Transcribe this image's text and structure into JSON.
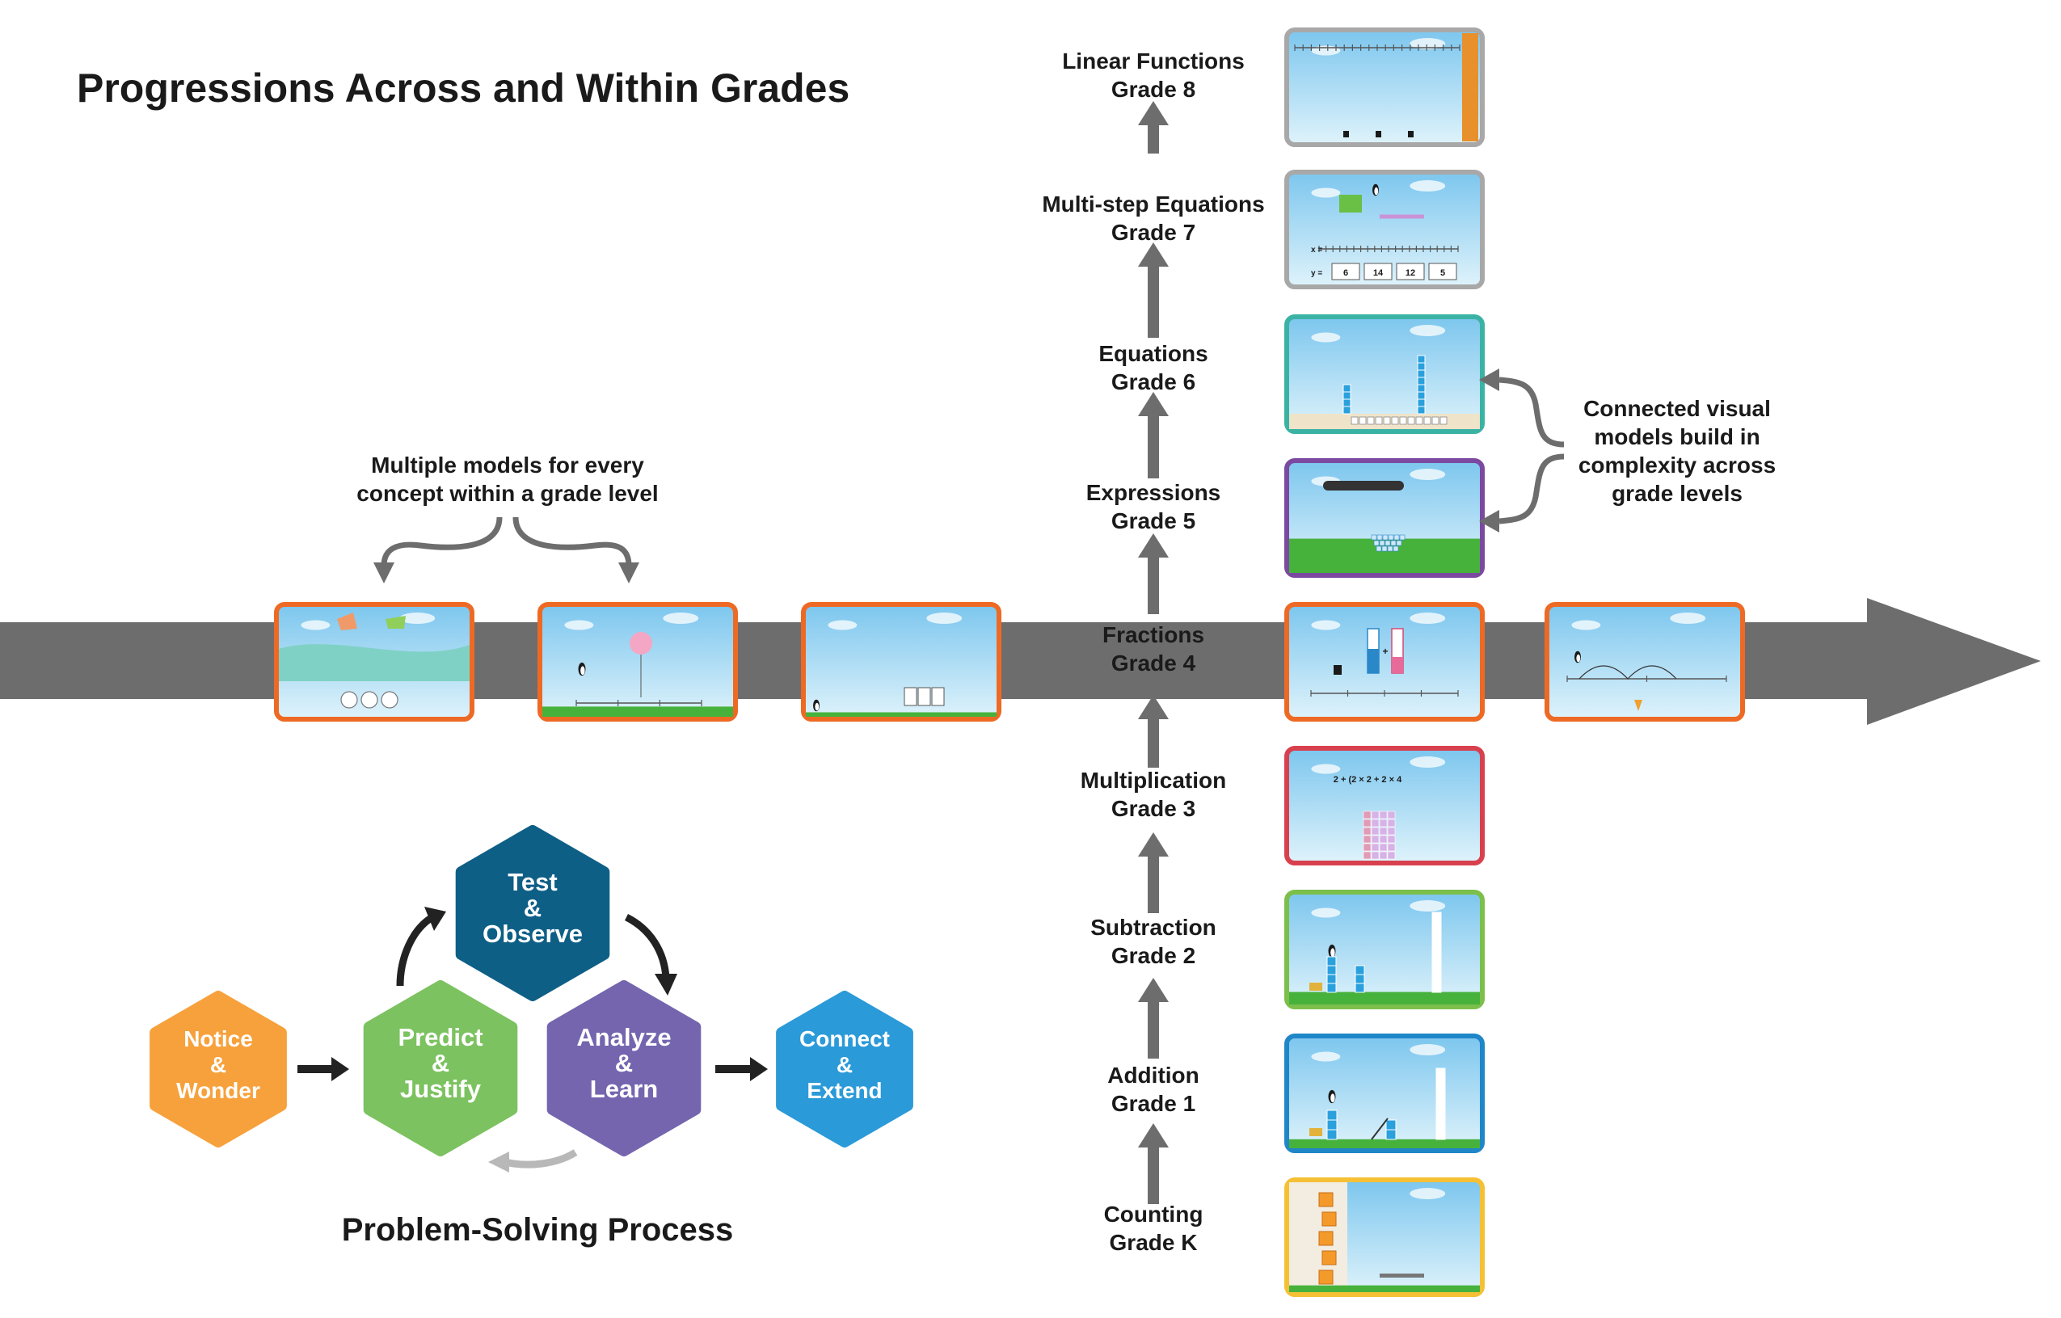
{
  "title": "Progressions Across and Within Grades",
  "annotations": {
    "multiple_models": [
      "Multiple models for every",
      "concept within a grade level"
    ],
    "connected_models": [
      "Connected visual",
      "models build in",
      "complexity across",
      "grade levels"
    ]
  },
  "grades": [
    {
      "concept": "Linear Functions",
      "grade": "Grade 8",
      "border": "#a8a8a8"
    },
    {
      "concept": "Multi-step Equations",
      "grade": "Grade 7",
      "border": "#a8a8a8"
    },
    {
      "concept": "Equations",
      "grade": "Grade 6",
      "border": "#3bb3a4"
    },
    {
      "concept": "Expressions",
      "grade": "Grade 5",
      "border": "#7b4aa0"
    },
    {
      "concept": "Fractions",
      "grade": "Grade 4",
      "border": "#ee6a24"
    },
    {
      "concept": "Multiplication",
      "grade": "Grade 3",
      "border": "#d8404e"
    },
    {
      "concept": "Subtraction",
      "grade": "Grade 2",
      "border": "#7cbf4a"
    },
    {
      "concept": "Addition",
      "grade": "Grade 1",
      "border": "#1f86c8"
    },
    {
      "concept": "Counting",
      "grade": "Grade K",
      "border": "#f5c034"
    }
  ],
  "thumb_labels": {
    "g7_y_values": [
      "6",
      "14",
      "12",
      "5"
    ],
    "g7_x_label": "x =",
    "g7_y_label": "y =",
    "g3_expression": "2 + (2 × 2 + 2 × 4",
    "g4_plus": "+"
  },
  "process": {
    "title": "Problem-Solving Process",
    "steps": [
      {
        "lines": [
          "Notice",
          "&",
          "Wonder"
        ],
        "color": "#f7a13c"
      },
      {
        "lines": [
          "Predict",
          "&",
          "Justify"
        ],
        "color": "#7cc260"
      },
      {
        "lines": [
          "Test",
          "&",
          "Observe"
        ],
        "color": "#0e5f86"
      },
      {
        "lines": [
          "Analyze",
          "&",
          "Learn"
        ],
        "color": "#7565ae"
      },
      {
        "lines": [
          "Connect",
          "&",
          "Extend"
        ],
        "color": "#2b9ad8"
      }
    ]
  },
  "colors": {
    "axis": "#6d6d6d",
    "arrow": "#6d6d6d",
    "sky_top": "#7cc6ee",
    "sky_bottom": "#d8f0fb",
    "grass": "#46b23c",
    "fraction_border": "#ee6a24"
  }
}
